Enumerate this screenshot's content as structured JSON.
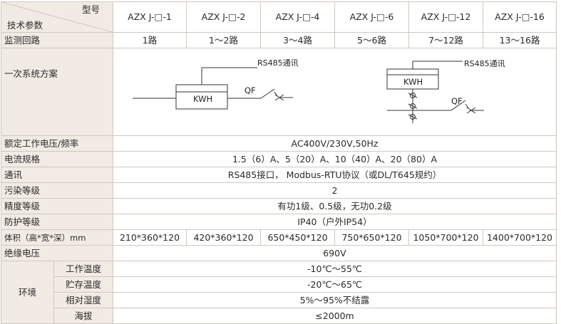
{
  "header": {
    "model_label": "型号",
    "param_label": "技术参数",
    "models": [
      "AZX J-□-1",
      "AZX J-□-2",
      "AZX J-□-4",
      "AZX J-□-6",
      "AZX J-□-12",
      "AZX J-□-16"
    ]
  },
  "circuits": {
    "label": "监测回路",
    "values": [
      "1路",
      "1～2路",
      "3～4路",
      "5～6路",
      "7～12路",
      "13～16路"
    ]
  },
  "schematic": {
    "label": "一次系统方案",
    "left": {
      "comm": "RS485通讯",
      "meter": "KWH",
      "breaker": "QF"
    },
    "right": {
      "comm": "RS485通讯",
      "meter": "KWH",
      "breaker": "QF"
    }
  },
  "rows": {
    "voltage": {
      "label": "额定工作电压/频率",
      "value": "AC400V/230V,50Hz"
    },
    "current": {
      "label": "电流规格",
      "value": "1.5（6）A、5（20）A、10（40）A、20（80）A"
    },
    "comm": {
      "label": "通讯",
      "value": "RS485接口， Modbus-RTU协议（或DL/T645规约）"
    },
    "pollution": {
      "label": "污染等级",
      "value": "2"
    },
    "accuracy": {
      "label": "精度等级",
      "value": "有功1级、0.5级，无功0.2级"
    },
    "protection": {
      "label": "防护等级",
      "value": "IP40（户外IP54）"
    }
  },
  "volume": {
    "label": "体积（高*宽*深）mm",
    "values": [
      "210*360*120",
      "420*360*120",
      "650*450*120",
      "750*650*120",
      "1050*700*120",
      "1400*700*120"
    ]
  },
  "insulation": {
    "label": "绝缘电压",
    "value": "690V"
  },
  "environment": {
    "label": "环境",
    "items": [
      {
        "label": "工作温度",
        "value": "-10℃～55℃"
      },
      {
        "label": "贮存温度",
        "value": "-20℃～65℃"
      },
      {
        "label": "相对湿度",
        "value": "5%～95%不结露"
      },
      {
        "label": "海拔",
        "value": "≤2000m"
      }
    ]
  }
}
